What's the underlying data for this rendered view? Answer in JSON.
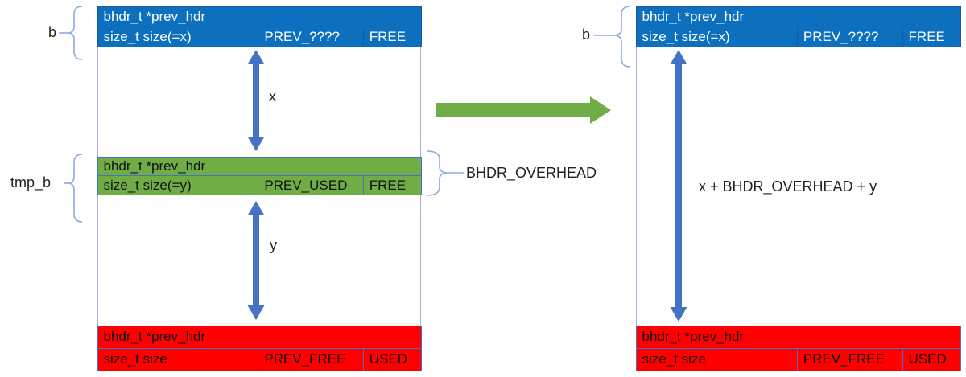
{
  "left_panel": {
    "b_label": "b",
    "tmp_b_label": "tmp_b",
    "overhead_label": "BHDR_OVERHEAD",
    "x_arrow_label": "x",
    "y_arrow_label": "y",
    "top_block": {
      "prev_hdr": "bhdr_t *prev_hdr",
      "size": "size_t size(=x)",
      "prev_flag": "PREV_????",
      "state_flag": "FREE"
    },
    "mid_block": {
      "prev_hdr": "bhdr_t *prev_hdr",
      "size": "size_t size(=y)",
      "prev_flag": "PREV_USED",
      "state_flag": "FREE"
    },
    "bottom_block": {
      "prev_hdr": "bhdr_t *prev_hdr",
      "size": "size_t size",
      "prev_flag": "PREV_FREE",
      "state_flag": "USED"
    }
  },
  "right_panel": {
    "b_label": "b",
    "merged_arrow_label": "x + BHDR_OVERHEAD + y",
    "top_block": {
      "prev_hdr": "bhdr_t *prev_hdr",
      "size": "size_t size(=x)",
      "prev_flag": "PREV_????",
      "state_flag": "FREE"
    },
    "bottom_block": {
      "prev_hdr": "bhdr_t *prev_hdr",
      "size": "size_t size",
      "prev_flag": "PREV_FREE",
      "state_flag": "USED"
    }
  },
  "colors": {
    "free_block": "#0C70BE",
    "merged_free_block": "#70AD47",
    "used_block": "#FF0000",
    "extent_arrow": "#4472C4",
    "transition_arrow": "#70AD47",
    "brace": "#8FAADC"
  }
}
